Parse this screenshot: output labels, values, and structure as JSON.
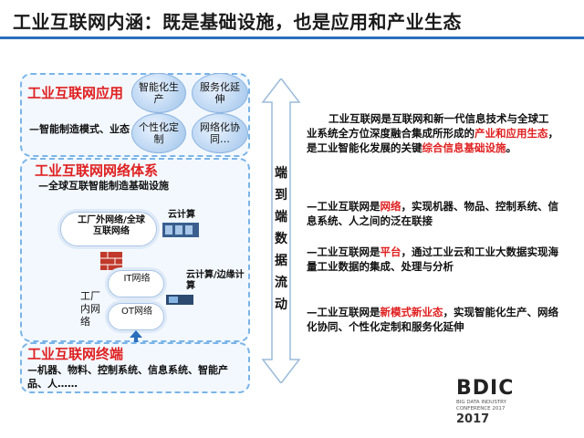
{
  "title": "工业互联网内涵：既是基础设施，也是应用和产业生态",
  "app_panel": {
    "heading": "工业互联网应用",
    "desc": "—智能制造模式、业态",
    "bubbles": [
      "智能化生产",
      "服务化延伸",
      "个性化定制",
      "网络化协同…"
    ]
  },
  "network_panel": {
    "heading": "工业互联网网络体系",
    "desc": "—全球互联智能制造基础设施",
    "external_net": "工厂外网络/全球互联网络",
    "cloud_label": "云计算",
    "factory_net": "工厂内网络",
    "it_net": "IT网络",
    "ot_net": "OT网络",
    "edge_label": "云计算/边缘计算"
  },
  "terminal_panel": {
    "heading": "工业互联网终端",
    "desc": "—机器、物料、控制系统、信息系统、智能产品、人……"
  },
  "vertical_label": [
    "端",
    "到",
    "端",
    "数",
    "据",
    "流",
    "动"
  ],
  "text_block": {
    "p1_a": "工业互联网是互联网和新一代信息技术与全球工业系统全方位深度融合集成所形成的",
    "p1_hl1": "产业和应用生态",
    "p1_b": "，是工业智能化发展的关键",
    "p1_hl2": "综合信息基础设施",
    "p1_c": "。",
    "p2_a": "—工业互联网是",
    "p2_hl": "网络",
    "p2_b": "，实现机器、物品、控制系统、信息系统、人之间的泛在联接",
    "p3_a": "—工业互联网是",
    "p3_hl": "平台",
    "p3_b": "，通过工业云和工业大数据实现海量工业数据的集成、处理与分析",
    "p4_a": "—工业互联网是",
    "p4_hl": "新模式新业态",
    "p4_b": "，实现智能化生产、网络化协同、个性化定制和服务化延伸"
  },
  "logo": {
    "brand": "BDIC",
    "line1": "BIG DATA INDUSTRY",
    "line2": "CONFERENCE 2017",
    "year": "2017"
  },
  "colors": {
    "accent": "#2a6ebb",
    "highlight": "#e02020"
  }
}
